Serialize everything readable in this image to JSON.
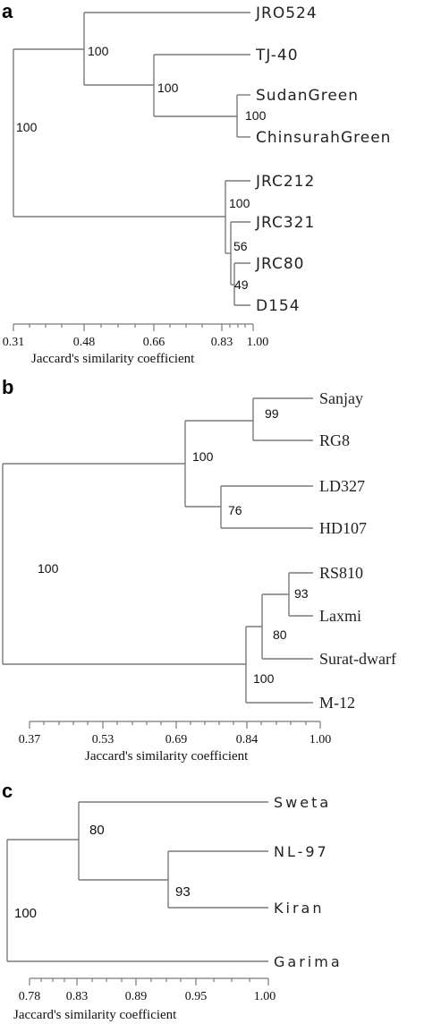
{
  "panels": [
    {
      "letter": "a",
      "leaves": [
        "JRO524",
        "TJ-40",
        "SudanGreen",
        "ChinsurahGreen",
        "JRC212",
        "JRC321",
        "JRC80",
        "D154"
      ],
      "axis": {
        "ticks": [
          "0.31",
          "0.48",
          "0.66",
          "0.83",
          "1.00"
        ],
        "title": "Jaccard's similarity coefficient"
      },
      "nodes": [
        {
          "children": [
            "JRO524",
            "TJ-40 ... ChinsurahGreen"
          ],
          "support": "100"
        },
        {
          "children": [
            "TJ-40",
            "SudanGreen ... ChinsurahGreen"
          ],
          "support": "100"
        },
        {
          "children": [
            "SudanGreen",
            "ChinsurahGreen"
          ],
          "support": "100"
        },
        {
          "children": [
            "JRO524 ... ChinsurahGreen",
            "JRC212 ... D154"
          ],
          "support": "100"
        },
        {
          "children": [
            "JRC212",
            "JRC321 ... D154"
          ],
          "support": "100"
        },
        {
          "children": [
            "JRC321",
            "JRC80 ... D154"
          ],
          "support": "56"
        },
        {
          "children": [
            "JRC80",
            "D154"
          ],
          "support": "49"
        }
      ]
    },
    {
      "letter": "b",
      "leaves": [
        "Sanjay",
        "RG8",
        "LD327",
        "HD107",
        "RS810",
        "Laxmi",
        "Surat-dwarf",
        "M-12"
      ],
      "axis": {
        "ticks": [
          "0.37",
          "0.53",
          "0.69",
          "0.84",
          "1.00"
        ],
        "title": "Jaccard's similarity coefficient"
      },
      "nodes": [
        {
          "children": [
            "Sanjay",
            "RG8"
          ],
          "support": "99"
        },
        {
          "children": [
            "LD327",
            "HD107"
          ],
          "support": "76"
        },
        {
          "children": [
            "Sanjay ... RG8",
            "LD327 ... HD107"
          ],
          "support": "100"
        },
        {
          "children": [
            "Sanjay ... HD107",
            "RS810 ... M-12"
          ],
          "support": "100"
        },
        {
          "children": [
            "RS810",
            "Laxmi"
          ],
          "support": "93"
        },
        {
          "children": [
            "RS810 ... Laxmi",
            "Surat-dwarf"
          ],
          "support": "80"
        },
        {
          "children": [
            "RS810 ... Surat-dwarf",
            "M-12"
          ],
          "support": "100"
        }
      ]
    },
    {
      "letter": "c",
      "leaves": [
        "Sweta",
        "NL-97",
        "Kiran",
        "Garima"
      ],
      "axis": {
        "ticks": [
          "0.78",
          "0.83",
          "0.89",
          "0.95",
          "1.00"
        ],
        "title": "Jaccard's similarity coefficient"
      },
      "nodes": [
        {
          "children": [
            "NL-97",
            "Kiran"
          ],
          "support": "93"
        },
        {
          "children": [
            "Sweta",
            "NL-97 ... Kiran"
          ],
          "support": "80"
        },
        {
          "children": [
            "Sweta ... Kiran",
            "Garima"
          ],
          "support": "100"
        }
      ]
    }
  ],
  "colors": {
    "branch": "#7a7a7a",
    "text": "#222222",
    "background": "#ffffff"
  }
}
